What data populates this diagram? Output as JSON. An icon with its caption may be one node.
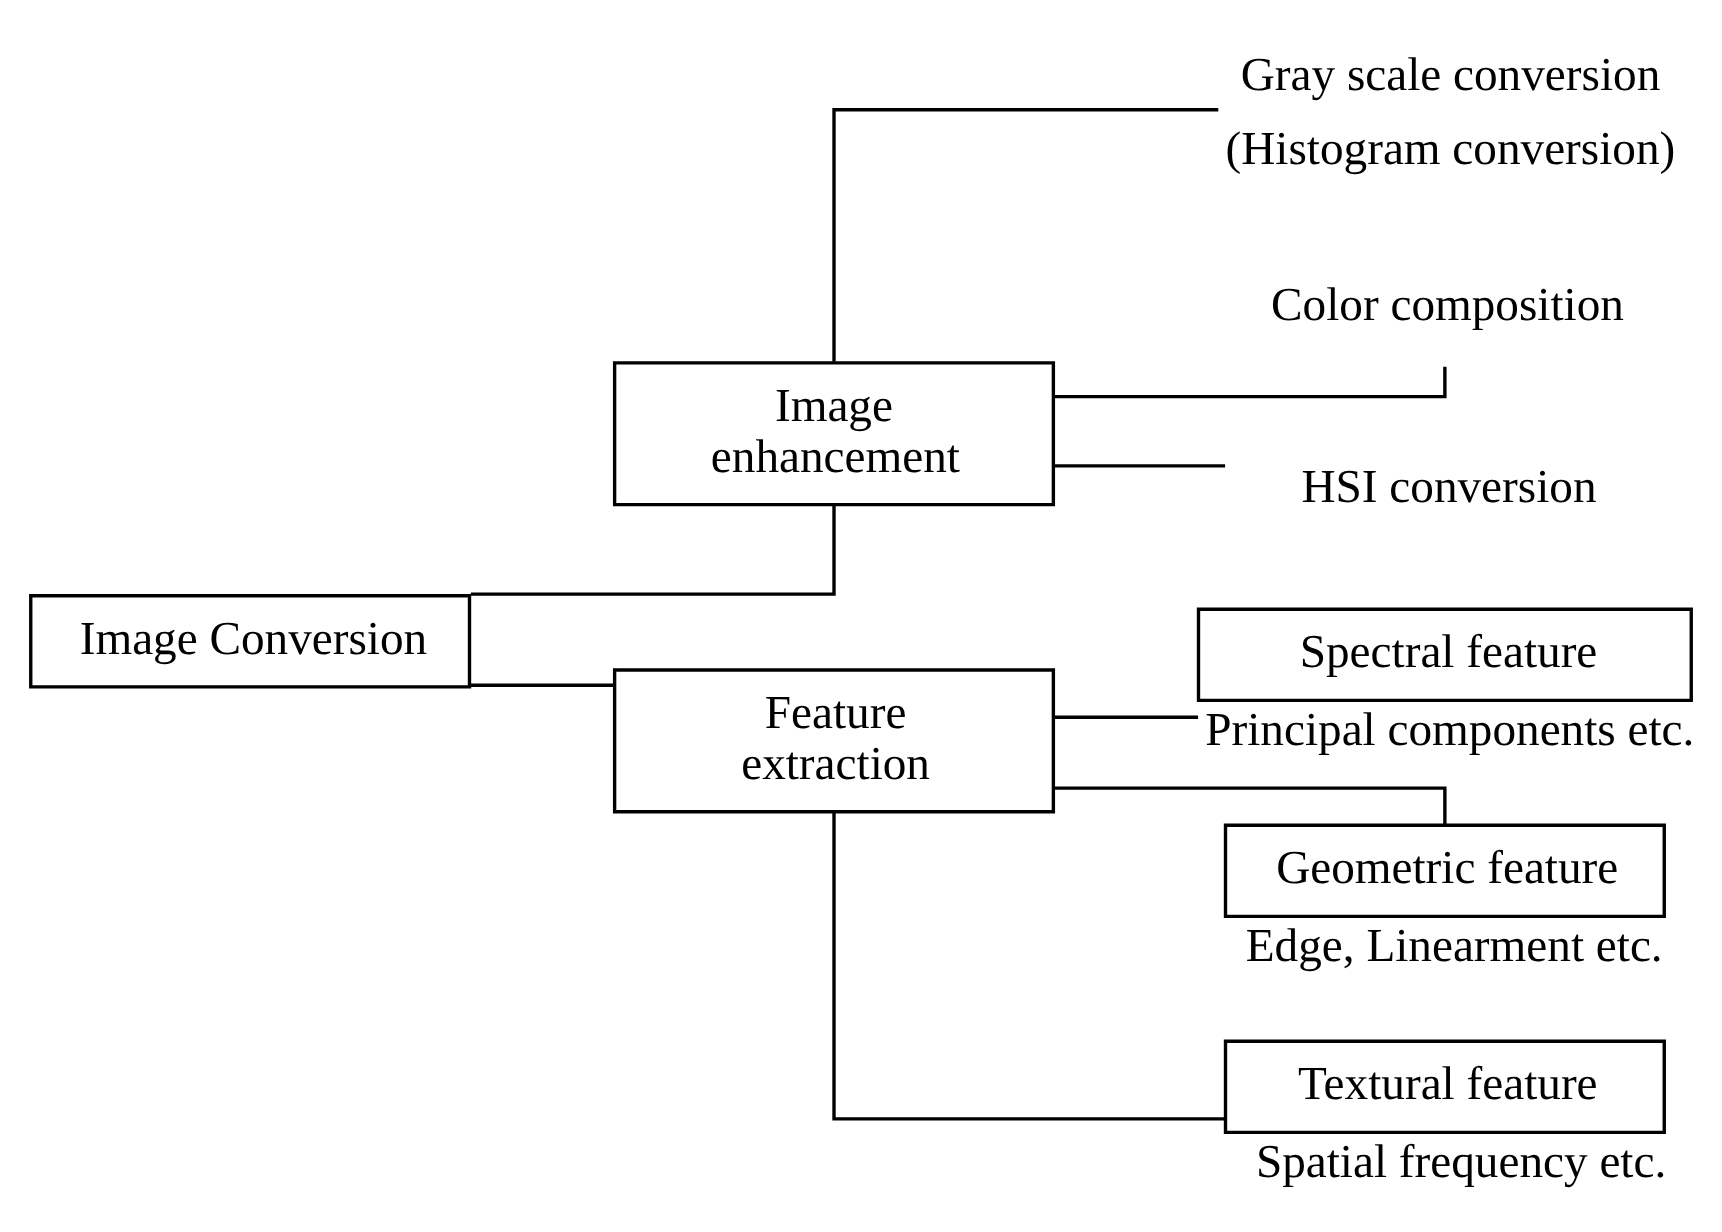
{
  "diagram": {
    "nodes": [
      {
        "text": [
          "Image Conversion"
        ]
      },
      {
        "text": [
          "Image enhancement"
        ]
      },
      {
        "text": [
          "Feature extraction"
        ]
      },
      {
        "text": [
          "Gray scale conversion"
        ],
        "beside": [
          "(Histogram conversion)"
        ]
      },
      {
        "text": [
          "Color composition"
        ]
      },
      {
        "text": [
          "HSI conversion"
        ]
      },
      {
        "text": [
          "Spectral feature"
        ],
        "beside": [
          "Principal components etc."
        ]
      },
      {
        "text": [
          "Geometric feature"
        ],
        "beside": [
          "Edge, Linearment etc."
        ]
      },
      {
        "text": [
          "Textural feature"
        ],
        "beside": [
          "Spatial frequency etc."
        ]
      }
    ],
    "edges": [
      {
        "from": 0,
        "to": 1,
        "arrow": "none"
      },
      {
        "from": 0,
        "to": 2,
        "arrow": "none"
      },
      {
        "from": 1,
        "to": 3,
        "arrow": "none"
      },
      {
        "from": 1,
        "to": 4,
        "arrow": "none"
      },
      {
        "from": 1,
        "to": 5,
        "arrow": "none"
      },
      {
        "from": 2,
        "to": 6,
        "arrow": "none"
      },
      {
        "from": 2,
        "to": 7,
        "arrow": "none"
      },
      {
        "from": 2,
        "to": 8,
        "arrow": "none"
      }
    ]
  }
}
